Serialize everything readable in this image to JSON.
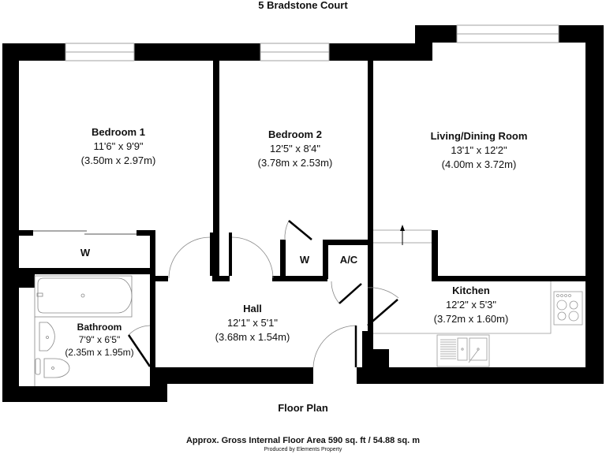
{
  "header": {
    "title": "5 Bradstone Court"
  },
  "rooms": {
    "bedroom1": {
      "name": "Bedroom 1",
      "imperial": "11'6\" x 9'9\"",
      "metric": "(3.50m x 2.97m)"
    },
    "bedroom2": {
      "name": "Bedroom 2",
      "imperial": "12'5\" x 8'4\"",
      "metric": "(3.78m x 2.53m)"
    },
    "living": {
      "name": "Living/Dining Room",
      "imperial": "13'1\" x 12'2\"",
      "metric": "(4.00m x 3.72m)"
    },
    "kitchen": {
      "name": "Kitchen",
      "imperial": "12'2\" x 5'3\"",
      "metric": "(3.72m x 1.60m)"
    },
    "hall": {
      "name": "Hall",
      "imperial": "12'1\" x 5'1\"",
      "metric": "(3.68m x 1.54m)"
    },
    "bathroom": {
      "name": "Bathroom",
      "imperial": "7'9\" x 6'5\"",
      "metric": "(2.35m x 1.95m)"
    }
  },
  "tags": {
    "wardrobe1": "W",
    "wardrobe2": "W",
    "airing_cupboard": "A/C"
  },
  "footer": {
    "floor_plan": "Floor Plan",
    "area": "Approx. Gross Internal Floor Area 590 sq. ft / 54.88 sq. m",
    "produced_by": "Produced by Elements Property"
  },
  "colors": {
    "wall": "#000000",
    "fixture": "#808080",
    "window": "#a0a0a0",
    "background": "#ffffff"
  }
}
